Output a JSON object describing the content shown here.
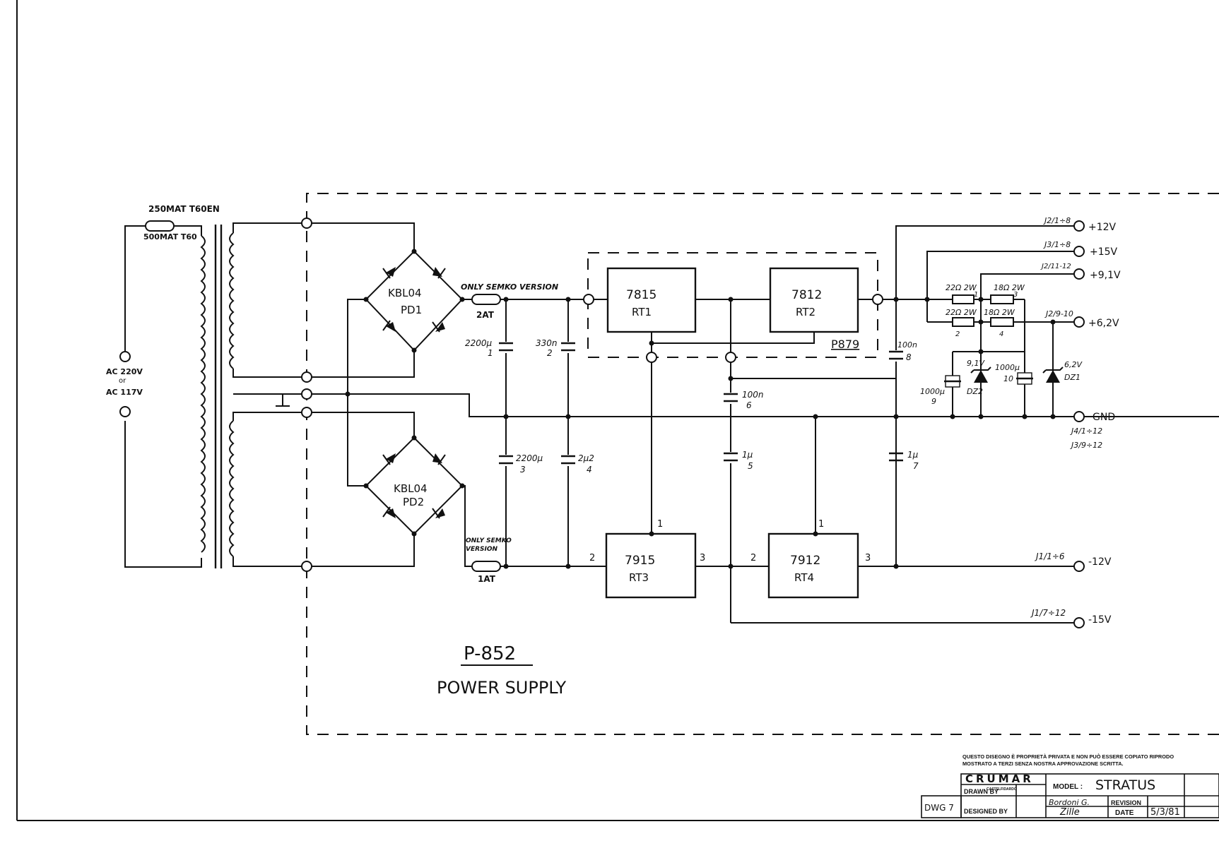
{
  "title": {
    "number": "P-852",
    "name": "POWER SUPPLY"
  },
  "transformer": {
    "fuse_primary": "250MAT T60EN",
    "fuse_alt": "500MAT T60",
    "ac_input_1": "AC 220V",
    "ac_or": "or",
    "ac_input_2": "AC 117V"
  },
  "bridges": [
    {
      "model": "KBL04",
      "ref": "PD1"
    },
    {
      "model": "KBL04",
      "ref": "PD2"
    }
  ],
  "fuses": [
    {
      "note": "ONLY SEMKO VERSION",
      "value": "2AT"
    },
    {
      "note_1": "ONLY SEMKO",
      "note_2": "VERSION",
      "value": "1AT"
    }
  ],
  "capacitors": [
    {
      "value": "2200µ",
      "ref": "1"
    },
    {
      "value": "330n",
      "ref": "2"
    },
    {
      "value": "2200µ",
      "ref": "3"
    },
    {
      "value": "2µ2",
      "ref": "4"
    },
    {
      "value": "1µ",
      "ref": "5"
    },
    {
      "value": "100n",
      "ref": "6"
    },
    {
      "value": "1µ",
      "ref": "7"
    },
    {
      "value": "100n",
      "ref": "8"
    },
    {
      "value": "1000µ",
      "ref": "9"
    },
    {
      "value": "1000µ",
      "ref": "10"
    }
  ],
  "subboard": "P879",
  "regulators": [
    {
      "model": "7815",
      "ref": "RT1"
    },
    {
      "model": "7812",
      "ref": "RT2"
    },
    {
      "model": "7915",
      "ref": "RT3"
    },
    {
      "model": "7912",
      "ref": "RT4"
    }
  ],
  "pin_labels": {
    "p1": "1",
    "p2": "2",
    "p3": "3"
  },
  "resistors": [
    {
      "value": "22Ω 2W",
      "ref": "1"
    },
    {
      "value": "18Ω 2W",
      "ref": "3"
    },
    {
      "value": "22Ω 2W",
      "ref": "2"
    },
    {
      "value": "18Ω 2W",
      "ref": "4"
    }
  ],
  "zeners": [
    {
      "value": "9,1V",
      "ref": "DZ2"
    },
    {
      "value": "6,2V",
      "ref": "DZ1"
    }
  ],
  "outputs": [
    {
      "connector": "J2/1÷8",
      "voltage": "+12V"
    },
    {
      "connector": "J3/1÷8",
      "voltage": "+15V"
    },
    {
      "connector": "J2/11-12",
      "voltage": "+9,1V"
    },
    {
      "connector": "J2/9-10",
      "voltage": "+6,2V"
    },
    {
      "connector": "",
      "voltage": "GND"
    },
    {
      "connector": "J1/1÷6",
      "voltage": "-12V"
    },
    {
      "connector": "J1/7÷12",
      "voltage": "-15V"
    }
  ],
  "gnd_connectors": [
    "J4/1÷12",
    "J3/9÷12"
  ],
  "title_block": {
    "notice_1": "QUESTO DISEGNO È PROPRIETÀ PRIVATA E NON PUÒ ESSERE COPIATO RIPRODO",
    "notice_2": "MOSTRATO A TERZI SENZA NOSTRA APPROVAZIONE SCRITTA.",
    "company": "CRUMAR",
    "company_sub": "CASTELFIDARDO",
    "model_label": "MODEL :",
    "model": "STRATUS",
    "drawn_by_label": "DRAWN BY",
    "drawn_by": "Bordoni G.",
    "designed_by_label": "DESIGNED BY",
    "designed_by": "Zille",
    "revision_label": "REVISION",
    "date_label": "DATE",
    "date": "5/3/81",
    "dwg": "DWG 7"
  }
}
